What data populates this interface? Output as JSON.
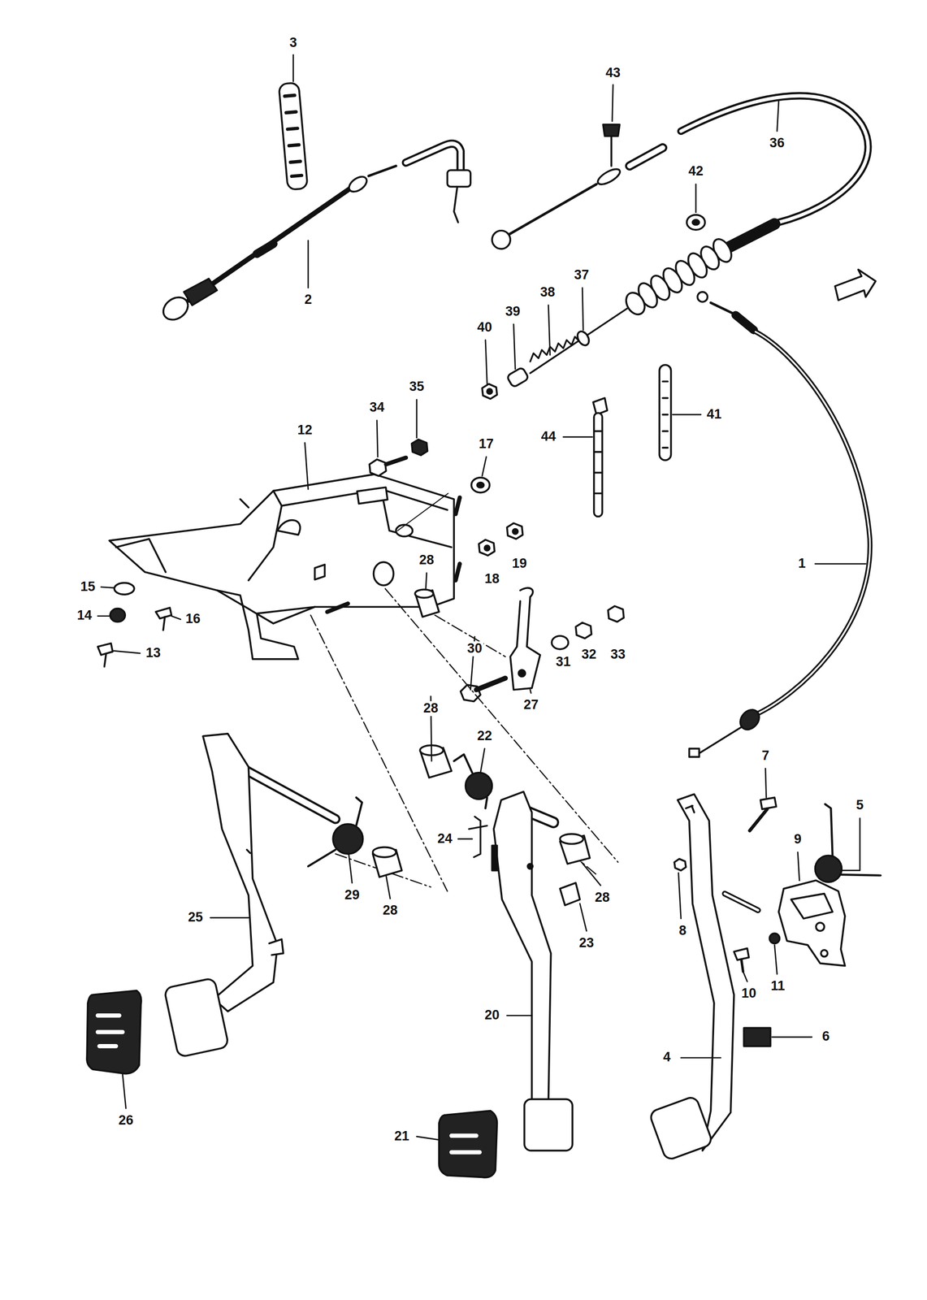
{
  "diagram": {
    "labels": [
      "3",
      "2",
      "43",
      "36",
      "42",
      "40",
      "39",
      "38",
      "37",
      "35",
      "34",
      "12",
      "17",
      "41",
      "44",
      "1",
      "15",
      "14",
      "16",
      "13",
      "18",
      "19",
      "28",
      "30",
      "27",
      "31",
      "32",
      "33",
      "28",
      "22",
      "24",
      "29",
      "28",
      "25",
      "26",
      "20",
      "23",
      "28",
      "21",
      "7",
      "5",
      "9",
      "8",
      "10",
      "11",
      "6",
      "4"
    ]
  }
}
